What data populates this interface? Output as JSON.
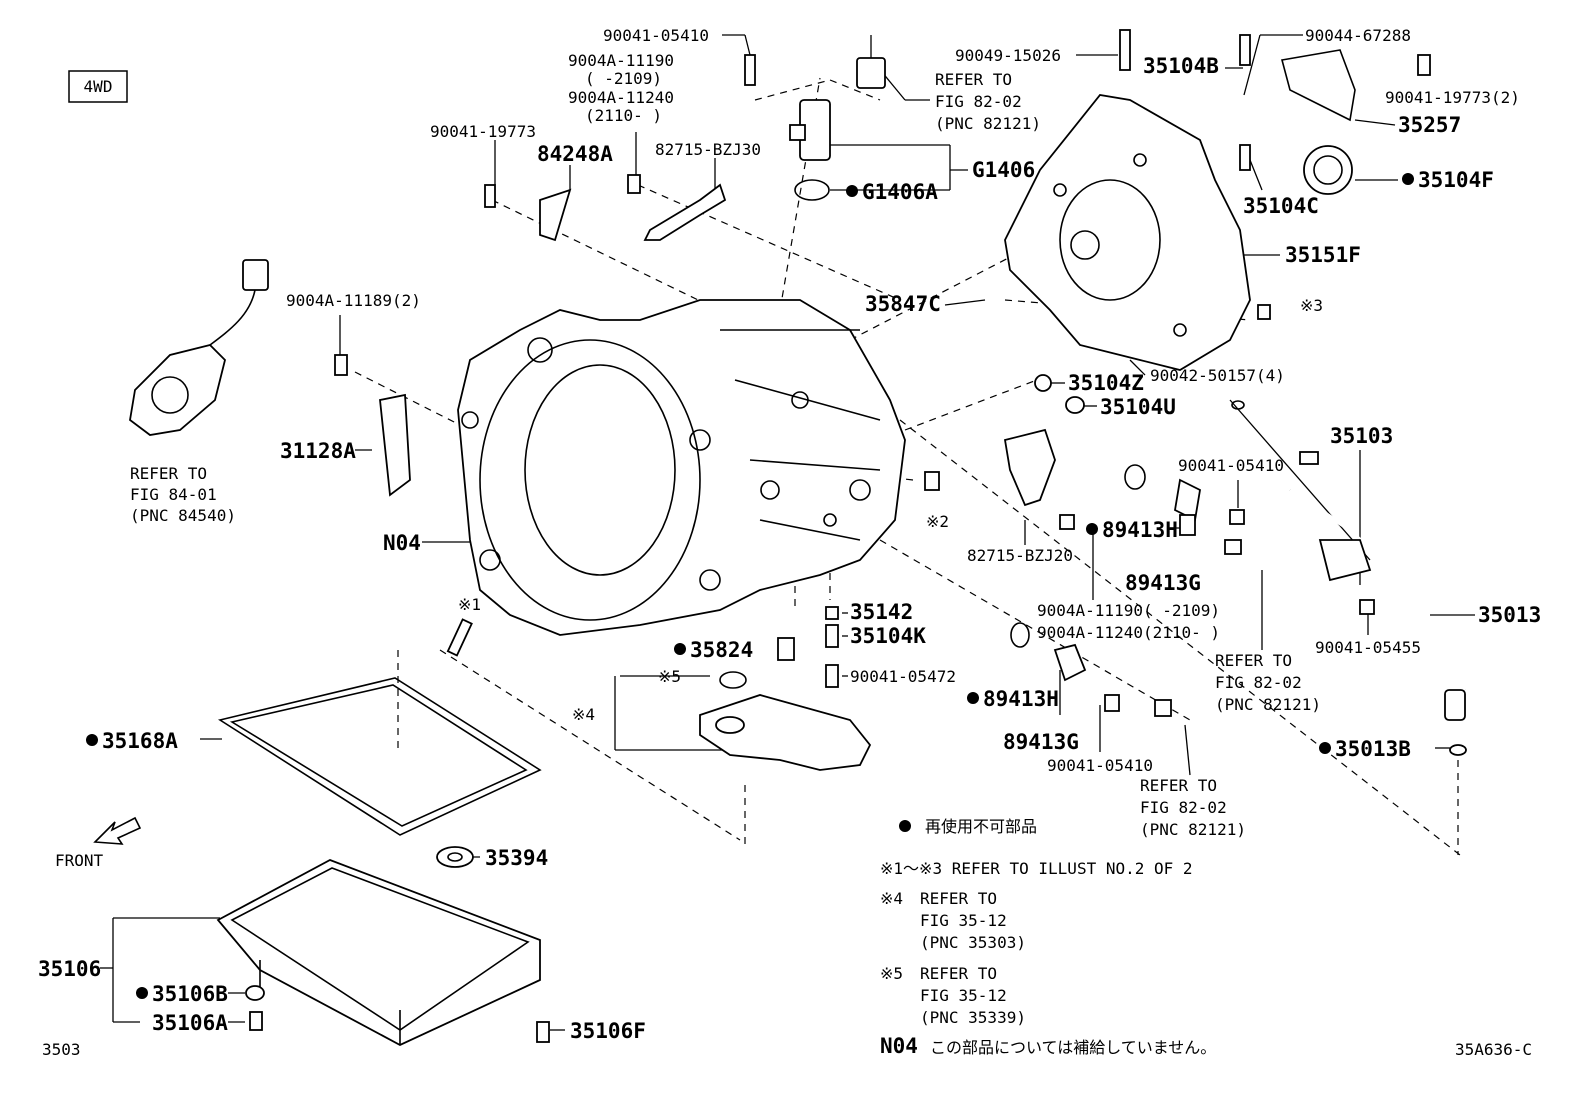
{
  "header": {
    "drive_badge": "4WD"
  },
  "footer": {
    "page_code": "3503",
    "illustration_code": "35A636-C"
  },
  "front_indicator": "FRONT",
  "parts": {
    "p_90041_05410_top": "90041-05410",
    "p_9004A_11190_top": "9004A-11190",
    "p_range_2109_top": "(     -2109)",
    "p_9004A_11240_top": "9004A-11240",
    "p_range_2110_top": "(2110-     )",
    "p_90041_19773": "90041-19773",
    "p_84248A": "84248A",
    "p_82715_BZJ30": "82715-BZJ30",
    "refer_82_top": "REFER TO",
    "refer_82_top_fig": "FIG 82-02",
    "refer_82_top_pnc": "(PNC 82121)",
    "p_G1406": "G1406",
    "p_G1406A": "G1406A",
    "p_90049_15026": "90049-15026",
    "p_35104B": "35104B",
    "p_90044_67288": "90044-67288",
    "p_90041_19773_2": "90041-19773(2)",
    "p_35257": "35257",
    "p_35104F": "35104F",
    "p_35104C": "35104C",
    "p_35151F": "35151F",
    "p_35847C": "35847C",
    "mark3": "※3",
    "p_90042_50157": "90042-50157(4)",
    "p_35104Z": "35104Z",
    "p_35104U": "35104U",
    "p_9004A_11189": "9004A-11189(2)",
    "refer_84": "REFER TO",
    "refer_84_fig": "FIG 84-01",
    "refer_84_pnc": "(PNC 84540)",
    "p_31128A": "31128A",
    "p_N04": "N04",
    "mark2": "※2",
    "p_35103": "35103",
    "p_90041_05410_mid": "90041-05410",
    "p_89413H_a": "89413H",
    "p_89413G_a": "89413G",
    "p_82715_BZJ20": "82715-BZJ20",
    "p_9004A_11190_mid": "9004A-11190(     -2109)",
    "p_9004A_11240_mid": "9004A-11240(2110-     )",
    "refer_82_mid": "REFER TO",
    "refer_82_mid_fig": "FIG 82-02",
    "refer_82_mid_pnc": "(PNC 82121)",
    "p_35013": "35013",
    "p_90041_05455": "90041-05455",
    "mark1": "※1",
    "p_35142": "35142",
    "p_35104K": "35104K",
    "p_35824": "35824",
    "p_90041_05472": "90041-05472",
    "mark5": "※5",
    "mark4": "※4",
    "p_89413H_b": "89413H",
    "p_89413G_b": "89413G",
    "p_90041_05410_low": "90041-05410",
    "refer_82_low": "REFER TO",
    "refer_82_low_fig": "FIG 82-02",
    "refer_82_low_pnc": "(PNC 82121)",
    "p_35013B": "35013B",
    "p_35168A": "35168A",
    "p_35394": "35394",
    "p_35106": "35106",
    "p_35106B": "35106B",
    "p_35106A": "35106A",
    "p_35106F": "35106F"
  },
  "notes": {
    "legend_text": "再使用不可部品",
    "note_1_3": "※1～※3 REFER TO ILLUST NO.2 OF 2",
    "note_4_mark": "※4",
    "note_4_line1": "REFER TO",
    "note_4_line2": "FIG 35-12",
    "note_4_line3": "(PNC 35303)",
    "note_5_mark": "※5",
    "note_5_line1": "REFER TO",
    "note_5_line2": "FIG 35-12",
    "note_5_line3": "(PNC 35339)",
    "n04_code": "N04",
    "n04_text": "この部品については補給していません。"
  }
}
